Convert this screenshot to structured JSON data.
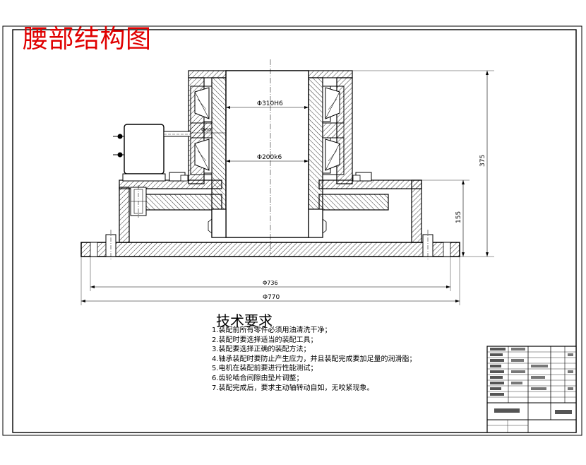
{
  "title": "腰部结构图",
  "dimensions": {
    "bore_top": "Φ310H6",
    "bore_bottom": "Φ200k6",
    "shaft_small": "Φ60",
    "height_total": "375",
    "height_lower": "155",
    "diameter_inner": "Φ736",
    "diameter_outer": "Φ770"
  },
  "technical_requirements": {
    "heading": "技术要求",
    "items": [
      "1.装配前所有零件必须用油清洗干净；",
      "2.装配时要选择适当的装配工具；",
      "3.装配要选择正确的装配方法；",
      "4.轴承装配时要防止产生应力，并且装配完成要加足量的润滑脂；",
      "5.电机在装配前要进行性能测试；",
      "6.齿轮啮合间隙由垫片调整；",
      "7.装配完成后，要求主动轴转动自如，无咬紧现象。"
    ]
  },
  "colors": {
    "title": "#e00000",
    "line": "#000000",
    "hatch": "#000000",
    "section_fill": "#d9d9d9"
  }
}
